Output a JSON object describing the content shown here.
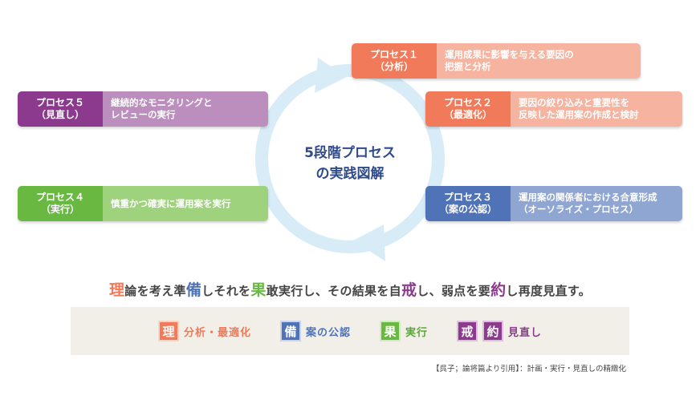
{
  "center": {
    "line1": "5段階プロセス",
    "line2": "の実践図解"
  },
  "processes": [
    {
      "id": "p1",
      "tag1": "プロセス１",
      "tag2": "（分析）",
      "desc1": "運用成果に影響を与える要因の",
      "desc2": "把握と分析"
    },
    {
      "id": "p2",
      "tag1": "プロセス２",
      "tag2": "（最適化）",
      "desc1": "要因の絞り込みと重要性を",
      "desc2": "反映した運用案の作成と検討"
    },
    {
      "id": "p3",
      "tag1": "プロセス３",
      "tag2": "（案の公認）",
      "desc1": "運用案の関係者における合意形成",
      "desc2": "（オーソライズ・プロセス）"
    },
    {
      "id": "p4",
      "tag1": "プロセス４",
      "tag2": "（実行）",
      "desc1": "慎重かつ確実に運用案を実行",
      "desc2": ""
    },
    {
      "id": "p5",
      "tag1": "プロセス５",
      "tag2": "（見直し）",
      "desc1": "継続的なモニタリングと",
      "desc2": "レビューの実行"
    }
  ],
  "quote": {
    "k1": "理",
    "t1": "論を考え準",
    "k2": "備",
    "t2": "しそれを",
    "k3": "果",
    "t3": "敢実行し、その結果を自",
    "k4": "戒",
    "t4": "し、弱点を要",
    "k5": "約",
    "t5": "し再度見直す。"
  },
  "keywords": [
    {
      "boxes": [
        "理"
      ],
      "label": "分析・最適化"
    },
    {
      "boxes": [
        "備"
      ],
      "label": "案の公認"
    },
    {
      "boxes": [
        "果"
      ],
      "label": "実行"
    },
    {
      "boxes": [
        "戒",
        "約"
      ],
      "label": "見直し"
    }
  ],
  "source": "【呉子；論将篇より引用】：計画・実行・見直しの精緻化",
  "colors": {
    "orange": "#f07a5a",
    "blue": "#4f73b6",
    "green": "#69b842",
    "purple": "#8b3a8e",
    "ring": "#d8ecf8"
  }
}
